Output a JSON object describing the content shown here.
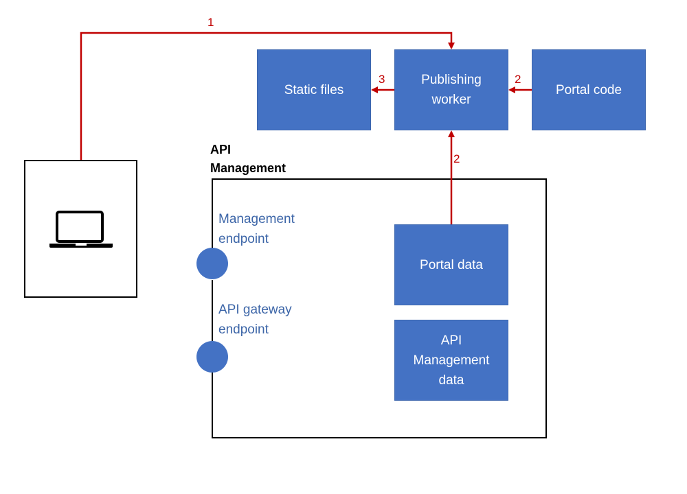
{
  "nodes": {
    "static_files": "Static files",
    "publishing_worker": "Publishing\nworker",
    "portal_code": "Portal code",
    "portal_data": "Portal data",
    "apim_data": "API\nManagement\ndata"
  },
  "container": {
    "title": "API\nManagement"
  },
  "endpoints": {
    "management": "Management\nendpoint",
    "gateway": "API gateway\nendpoint"
  },
  "steps": {
    "step1": "1",
    "step2_code": "2",
    "step2_data": "2",
    "step3": "3"
  },
  "device_icon": "laptop-icon",
  "colors": {
    "box": "#4472C4",
    "arrow": "#C00000",
    "endpoint_text": "#3D66A8",
    "outline": "#000000"
  }
}
